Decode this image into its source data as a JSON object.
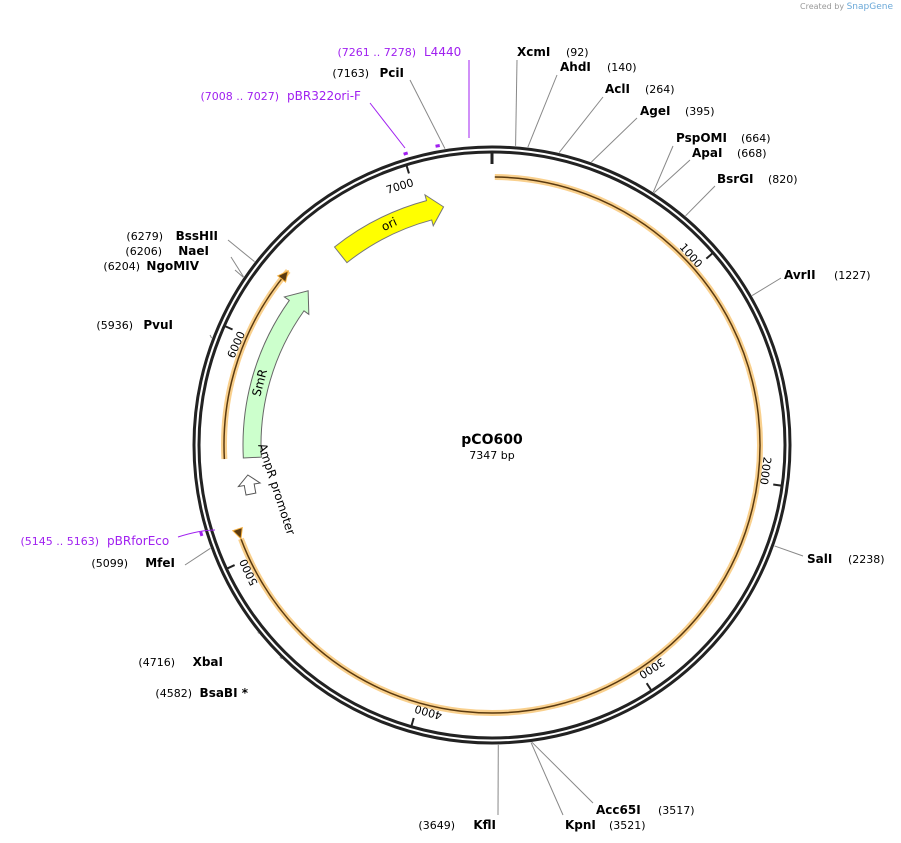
{
  "credit": {
    "prefix": "Created by",
    "brand": "SnapGene"
  },
  "plasmid": {
    "name": "pCO600",
    "length_label": "7347 bp",
    "length": 7347
  },
  "ticks": [
    "1000",
    "2000",
    "3000",
    "4000",
    "5000",
    "6000",
    "7000"
  ],
  "enzymes": [
    {
      "name": "XcmI",
      "pos": 92
    },
    {
      "name": "AhdI",
      "pos": 140
    },
    {
      "name": "AclI",
      "pos": 264
    },
    {
      "name": "AgeI",
      "pos": 395
    },
    {
      "name": "PspOMI",
      "pos": 664
    },
    {
      "name": "ApaI",
      "pos": 668
    },
    {
      "name": "BsrGI",
      "pos": 820
    },
    {
      "name": "AvrII",
      "pos": 1227
    },
    {
      "name": "SalI",
      "pos": 2238
    },
    {
      "name": "Acc65I",
      "pos": 3517
    },
    {
      "name": "KpnI",
      "pos": 3521
    },
    {
      "name": "KflI",
      "pos": 3649
    },
    {
      "name": "BsaBI *",
      "pos": 4582
    },
    {
      "name": "XbaI",
      "pos": 4716
    },
    {
      "name": "MfeI",
      "pos": 5099
    },
    {
      "name": "PvuI",
      "pos": 5936
    },
    {
      "name": "NgoMIV",
      "pos": 6204
    },
    {
      "name": "NaeI",
      "pos": 6206
    },
    {
      "name": "BssHII",
      "pos": 6279
    },
    {
      "name": "PciI",
      "pos": 7163
    }
  ],
  "primers": [
    {
      "name": "L4440",
      "range": "(7261 .. 7278)"
    },
    {
      "name": "pBR322ori-F",
      "range": "(7008 .. 7027)"
    },
    {
      "name": "pBRforEco",
      "range": "(5145 .. 5163)"
    }
  ],
  "features": [
    {
      "name": "ori",
      "color": "#ffff00"
    },
    {
      "name": "SmR",
      "color": "#ccffcc"
    },
    {
      "name": "AmpR promoter",
      "color": "#ffffff"
    }
  ],
  "colors": {
    "primer": "#a020f0",
    "orf": "#f5b041",
    "backbone": "#222222"
  }
}
